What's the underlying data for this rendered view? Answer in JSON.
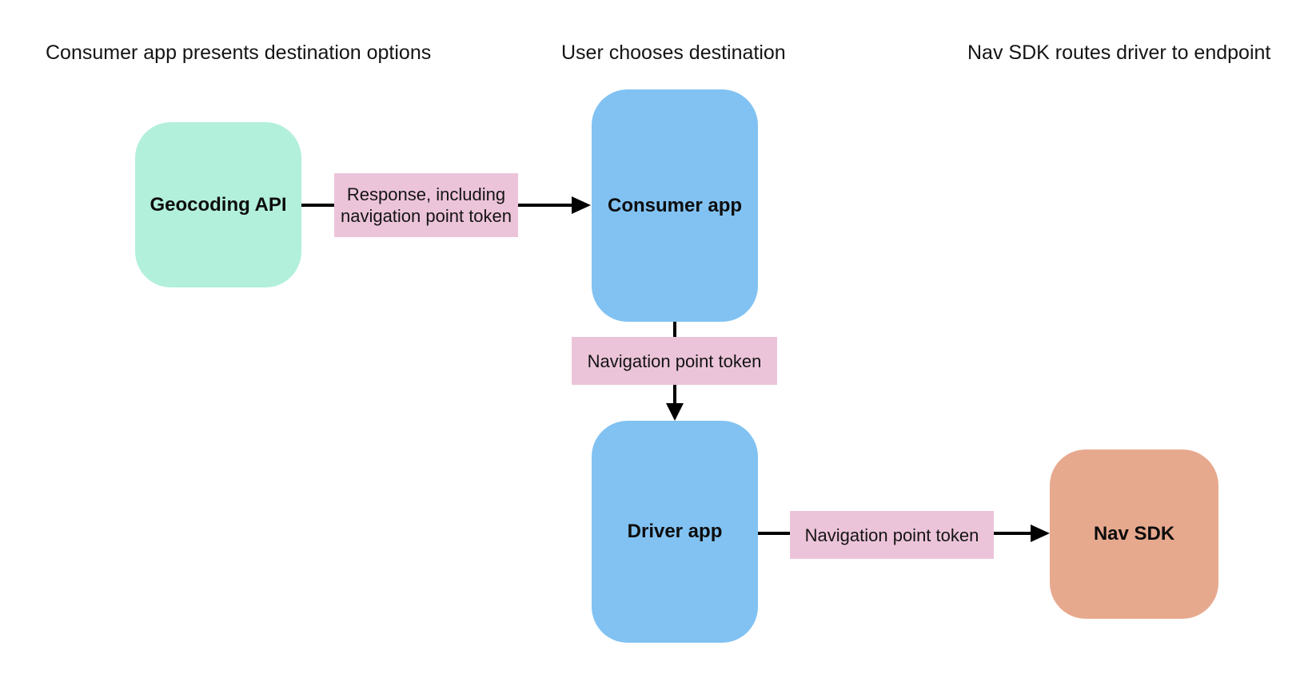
{
  "diagram": {
    "column_titles": [
      "Consumer app presents destination options",
      "User chooses destination",
      "Nav SDK routes driver to endpoint"
    ],
    "nodes": {
      "geocoding": {
        "label": "Geocoding API"
      },
      "consumer": {
        "label": "Consumer app"
      },
      "driver": {
        "label": "Driver app"
      },
      "navsdk": {
        "label": "Nav SDK"
      }
    },
    "edges": {
      "geocoding_to_consumer": {
        "label": "Response, including navigation point token"
      },
      "consumer_to_driver": {
        "label": "Navigation point token"
      },
      "driver_to_navsdk": {
        "label": "Navigation point token"
      }
    },
    "colors": {
      "geocoding_node": "#b2f0db",
      "app_node": "#81c2f2",
      "navsdk_node": "#e7a98e",
      "edge_label_bg": "#ecc4da",
      "line": "#000000",
      "background": "#ffffff"
    }
  }
}
